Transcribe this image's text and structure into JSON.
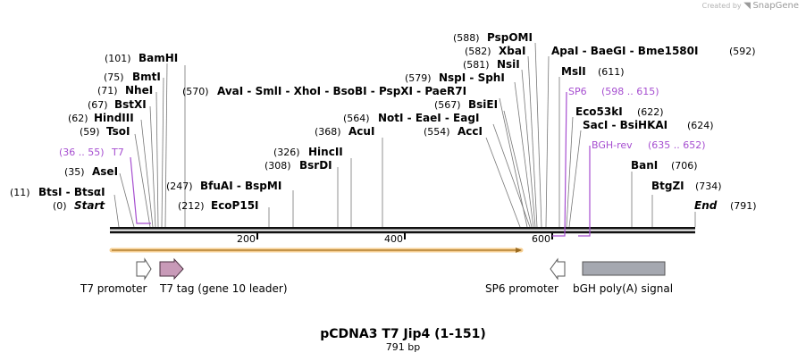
{
  "branding": {
    "created_by": "Created by",
    "app": "SnapGene"
  },
  "title": "pCDNA3 T7 Jip4 (1-151)",
  "subtitle": "791 bp",
  "colors": {
    "primer": "#a64ed0",
    "orf": "#f2b24e",
    "t7_tag": "#c89ab8",
    "polyA": "#a5a8b0",
    "text": "#000000"
  },
  "bp_total": 791,
  "ruler": {
    "ticks": [
      "200",
      "400",
      "600"
    ]
  },
  "ends": [
    {
      "pos": "(0)",
      "name": "Start"
    },
    {
      "pos": "(791)",
      "name": "End"
    }
  ],
  "left_sites": [
    {
      "pos": "(11)",
      "name": "BtsI - BtsαI"
    },
    {
      "pos": "(35)",
      "name": "AseI"
    },
    {
      "pos": "(59)",
      "name": "TsoI"
    },
    {
      "pos": "(62)",
      "name": "HindIII"
    },
    {
      "pos": "(67)",
      "name": "BstXI"
    },
    {
      "pos": "(71)",
      "name": "NheI"
    },
    {
      "pos": "(75)",
      "name": "BmtI"
    },
    {
      "pos": "(101)",
      "name": "BamHI"
    }
  ],
  "right_sites": [
    {
      "name": "EcoP15I",
      "pos": "(212)"
    },
    {
      "name": "BfuAI - BspMI",
      "pos": "(247)"
    },
    {
      "name": "BsrDI",
      "pos": "(308)"
    },
    {
      "name": "HincII",
      "pos": "(326)"
    },
    {
      "name": "AcuI",
      "pos": "(368)"
    },
    {
      "name": "AvaI - SmlI - XhoI - BsoBI - PspXI - PaeR7I",
      "pos": "(570)"
    },
    {
      "name": "AccI",
      "pos": "(554)"
    },
    {
      "name": "NotI - EaeI - EagI",
      "pos": "(564)"
    },
    {
      "name": "BsiEI",
      "pos": "(567)"
    },
    {
      "name": "NspI - SphI",
      "pos": "(579)"
    },
    {
      "name": "NsiI",
      "pos": "(581)"
    },
    {
      "name": "XbaI",
      "pos": "(582)"
    },
    {
      "name": "PspOMI",
      "pos": "(588)"
    },
    {
      "name": "ApaI - BaeGI - Bme1580I",
      "pos": "(592)"
    },
    {
      "name": "MslI",
      "pos": "(611)"
    },
    {
      "name": "Eco53kI",
      "pos": "(622)"
    },
    {
      "name": "SacI - BsiHKAI",
      "pos": "(624)"
    },
    {
      "name": "BanI",
      "pos": "(706)"
    },
    {
      "name": "BtgZI",
      "pos": "(734)"
    }
  ],
  "primers": [
    {
      "name": "T7",
      "range": "(36 .. 55)"
    },
    {
      "name": "SP6",
      "range": "(598 .. 615)"
    },
    {
      "name": "BGH-rev",
      "range": "(635 .. 652)"
    }
  ],
  "features": [
    {
      "name": "T7 promoter"
    },
    {
      "name": "T7 tag (gene 10 leader)"
    },
    {
      "name": "SP6 promoter"
    },
    {
      "name": "bGH poly(A) signal"
    }
  ]
}
